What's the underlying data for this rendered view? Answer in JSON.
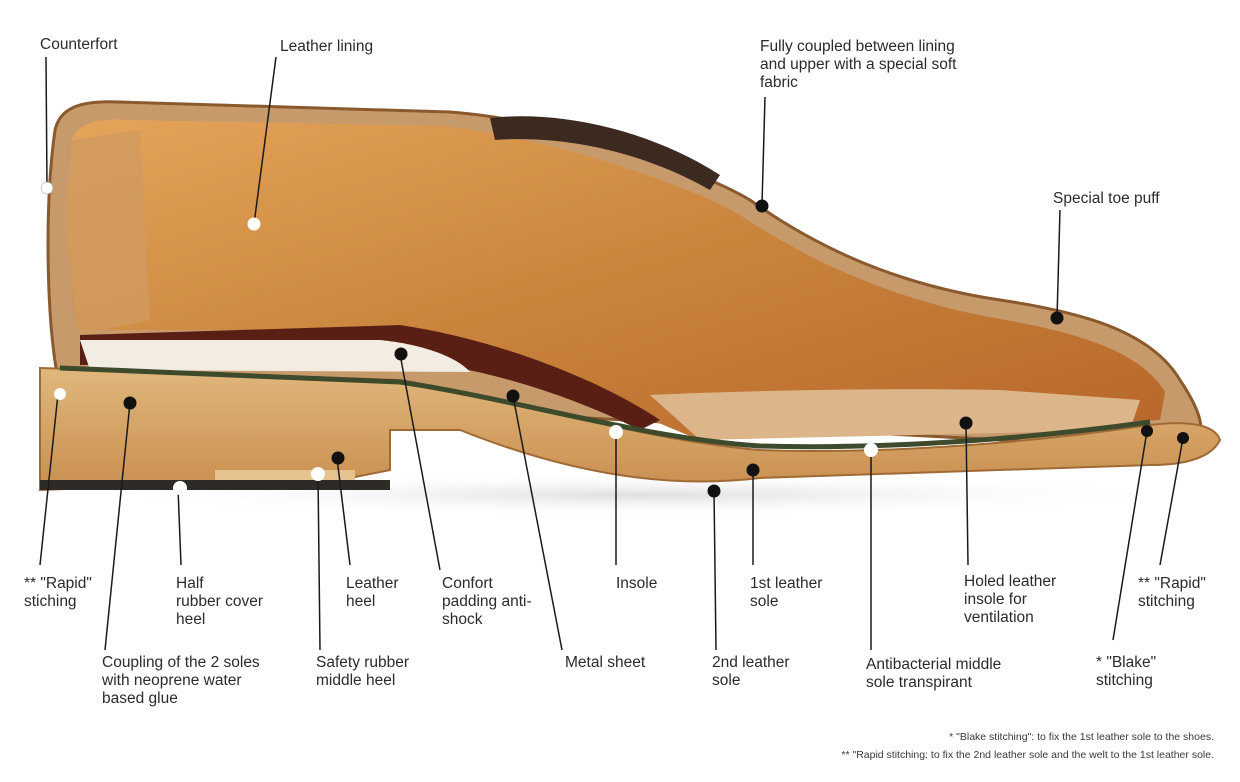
{
  "labels": {
    "counterfort": "Counterfort",
    "leather_lining": "Leather lining",
    "fully_coupled": "Fully coupled between lining\nand upper with a special soft\nfabric",
    "special_toe_puff": "Special toe puff",
    "rapid_stitching_left": "** \"Rapid\"\n   stiching",
    "half_rubber_cover_heel": "Half\nrubber cover\nheel",
    "leather_heel": "Leather\nheel",
    "confort_padding": "Confort\npadding anti-\nshock",
    "insole": "Insole",
    "first_leather_sole": "1st leather\nsole",
    "holed_leather_insole": "Holed leather\ninsole for\nventilation",
    "rapid_stitching_right": "** \"Rapid\"\n    stitching",
    "coupling_soles": "Coupling of the 2 soles\nwith neoprene water\nbased glue",
    "safety_rubber": "Safety rubber\nmiddle heel",
    "metal_sheet": "Metal sheet",
    "second_leather_sole": "2nd leather\nsole",
    "antibacterial": "Antibacterial middle\nsole transpirant",
    "blake_stitching": "* \"Blake\"\n   stitching"
  },
  "footnotes": {
    "blake": "*   \"Blake stitching\": to fix the 1st leather sole to the shoes.",
    "rapid": "**  \"Rapid stitching: to fix the 2nd leather sole and the welt to the 1st leather sole."
  },
  "colors": {
    "leather_light": "#d9a463",
    "leather_dark": "#b06a2a",
    "lining": "#d48a3e",
    "sole": "#d6a76a",
    "rubber": "#3a3530",
    "dot_black": "#111111",
    "dot_white": "#ffffff"
  }
}
